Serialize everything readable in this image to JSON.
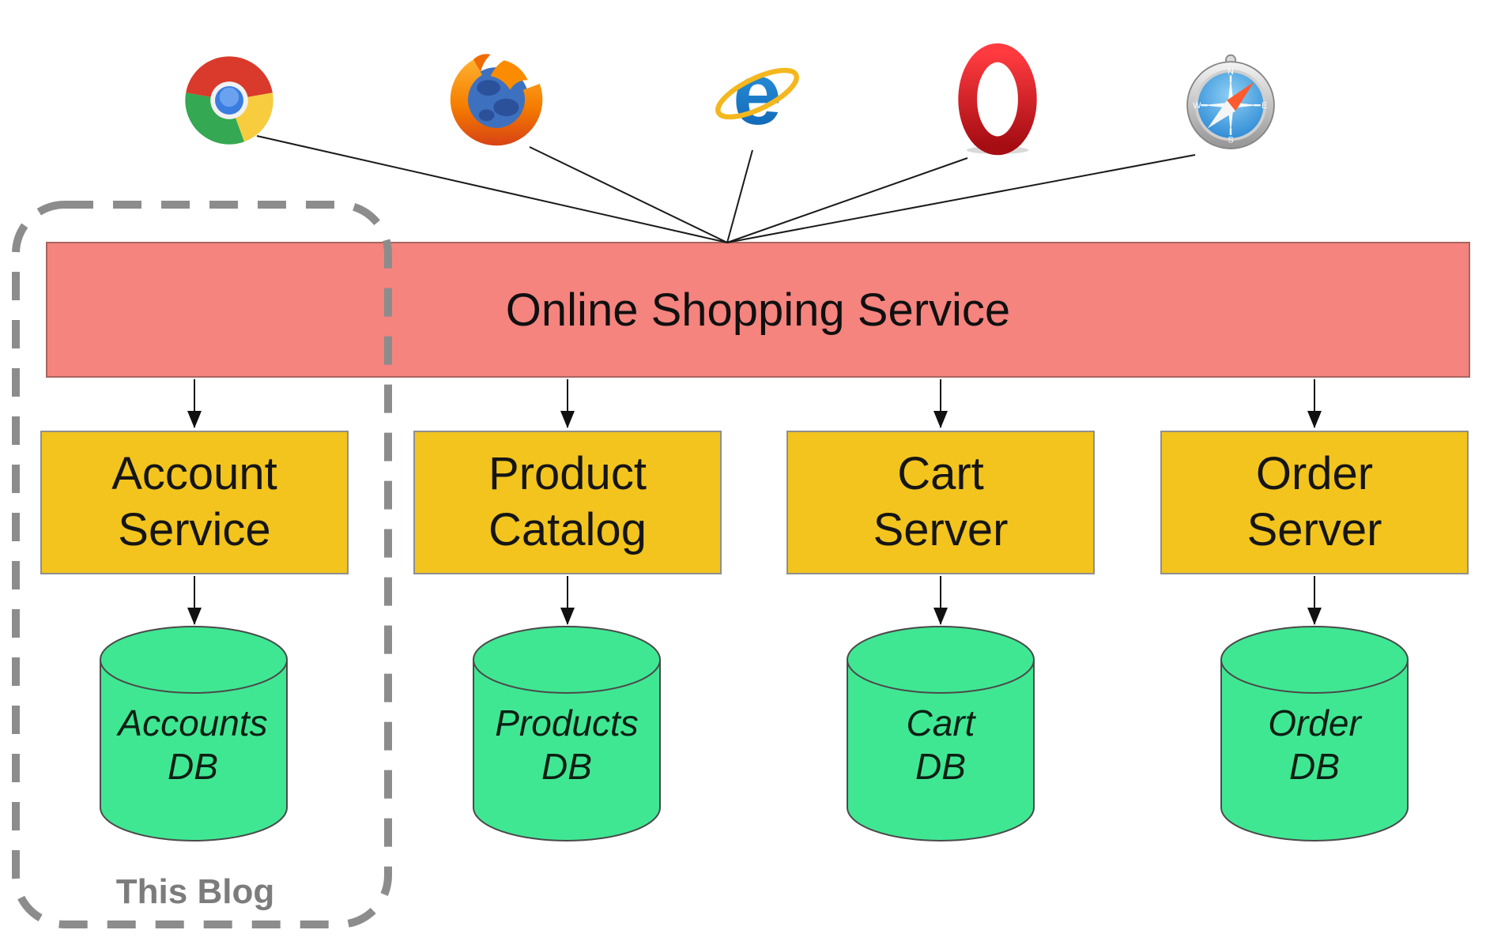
{
  "service_bar": {
    "label": "Online Shopping Service"
  },
  "browser_icons": [
    {
      "icon": "chrome-icon"
    },
    {
      "icon": "firefox-icon"
    },
    {
      "icon": "internet-explorer-icon"
    },
    {
      "icon": "opera-icon"
    },
    {
      "icon": "safari-icon"
    }
  ],
  "services": [
    {
      "box_label": "Account\nService",
      "db_label": "Accounts\nDB"
    },
    {
      "box_label": "Product\nCatalog",
      "db_label": "Products\nDB"
    },
    {
      "box_label": "Cart\nServer",
      "db_label": "Cart\nDB"
    },
    {
      "box_label": "Order\nServer",
      "db_label": "Order\nDB"
    }
  ],
  "annotation": {
    "label": "This Blog"
  },
  "colors": {
    "service_bar_fill": "#f5837e",
    "service_box_fill": "#f2c41d",
    "database_fill": "#40e793",
    "dashed_border": "#8c8c8c",
    "connector": "#1a1a1a",
    "annotation_text": "#7c7c7c"
  }
}
